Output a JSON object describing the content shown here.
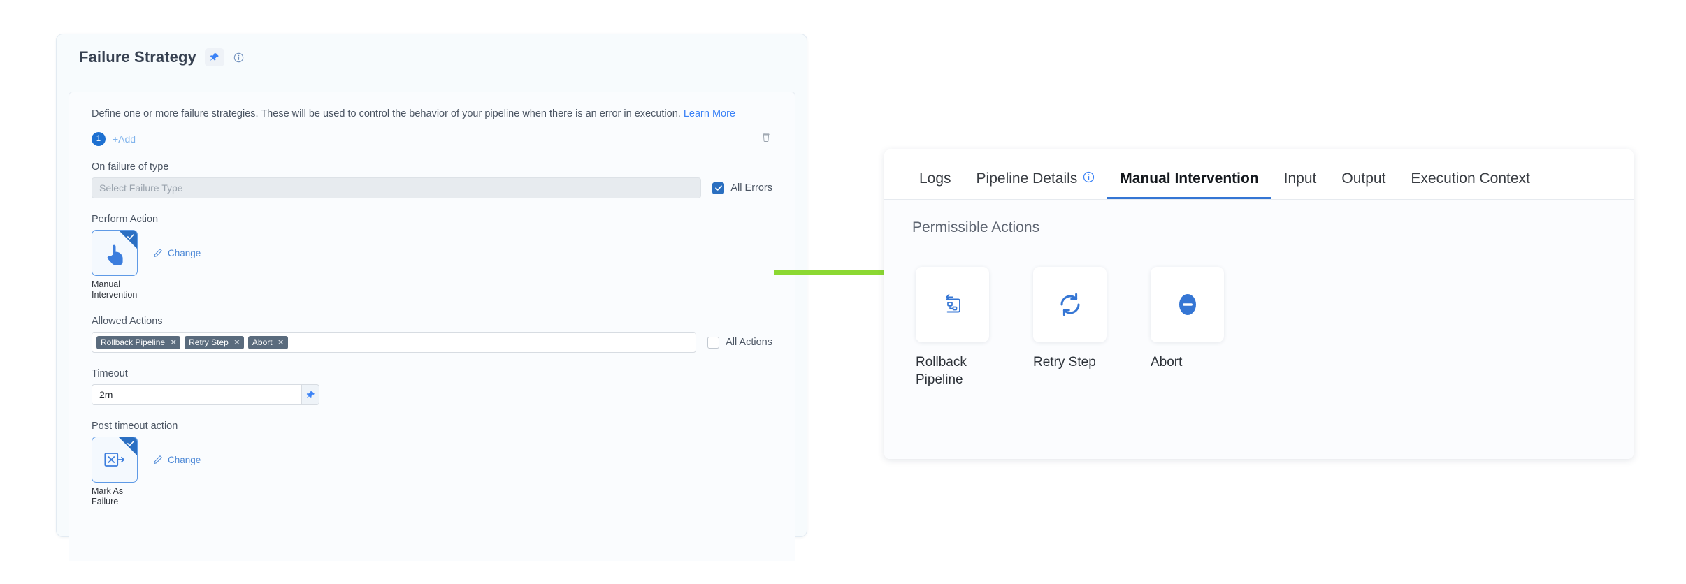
{
  "left_panel": {
    "title": "Failure Strategy",
    "pin_icon": "pin-icon",
    "info_icon": "info-icon",
    "description_before_link": "Define one or more failure strategies. These will be used to control the behavior of your pipeline when there is an error in execution.",
    "learn_more_label": "Learn More",
    "index_badge": "1",
    "add_label": "+Add",
    "delete_icon": "trash-icon",
    "on_failure_label": "On failure of type",
    "failure_type_placeholder": "Select Failure Type",
    "all_errors_label": "All Errors",
    "all_errors_checked": true,
    "perform_action_label": "Perform Action",
    "perform_action_tile": {
      "label": "Manual Intervention",
      "icon": "hand-pointer-icon",
      "selected": true,
      "change_label": "Change"
    },
    "allowed_actions_label": "Allowed Actions",
    "allowed_action_chips": [
      "Rollback Pipeline",
      "Retry Step",
      "Abort"
    ],
    "all_actions_label": "All Actions",
    "all_actions_checked": false,
    "timeout_label": "Timeout",
    "timeout_value": "2m",
    "timeout_pin_icon": "pin-icon",
    "post_timeout_label": "Post timeout action",
    "post_timeout_tile": {
      "label": "Mark As Failure",
      "icon": "mark-as-failure-icon",
      "selected": true,
      "change_label": "Change"
    }
  },
  "arrow": {
    "name": "green-arrow",
    "color": "#8cd832"
  },
  "right_panel": {
    "tabs": [
      {
        "label": "Logs",
        "active": false,
        "info": false
      },
      {
        "label": "Pipeline Details",
        "active": false,
        "info": true
      },
      {
        "label": "Manual Intervention",
        "active": true,
        "info": false
      },
      {
        "label": "Input",
        "active": false,
        "info": false
      },
      {
        "label": "Output",
        "active": false,
        "info": false
      },
      {
        "label": "Execution Context",
        "active": false,
        "info": false
      }
    ],
    "heading": "Permissible Actions",
    "actions": [
      {
        "label": "Rollback Pipeline",
        "icon": "rollback-pipeline-icon"
      },
      {
        "label": "Retry Step",
        "icon": "retry-icon"
      },
      {
        "label": "Abort",
        "icon": "abort-icon"
      }
    ]
  },
  "colors": {
    "accent_blue": "#3576d4",
    "chip_gray": "#5a6b7d",
    "arrow_green": "#8cd832"
  }
}
